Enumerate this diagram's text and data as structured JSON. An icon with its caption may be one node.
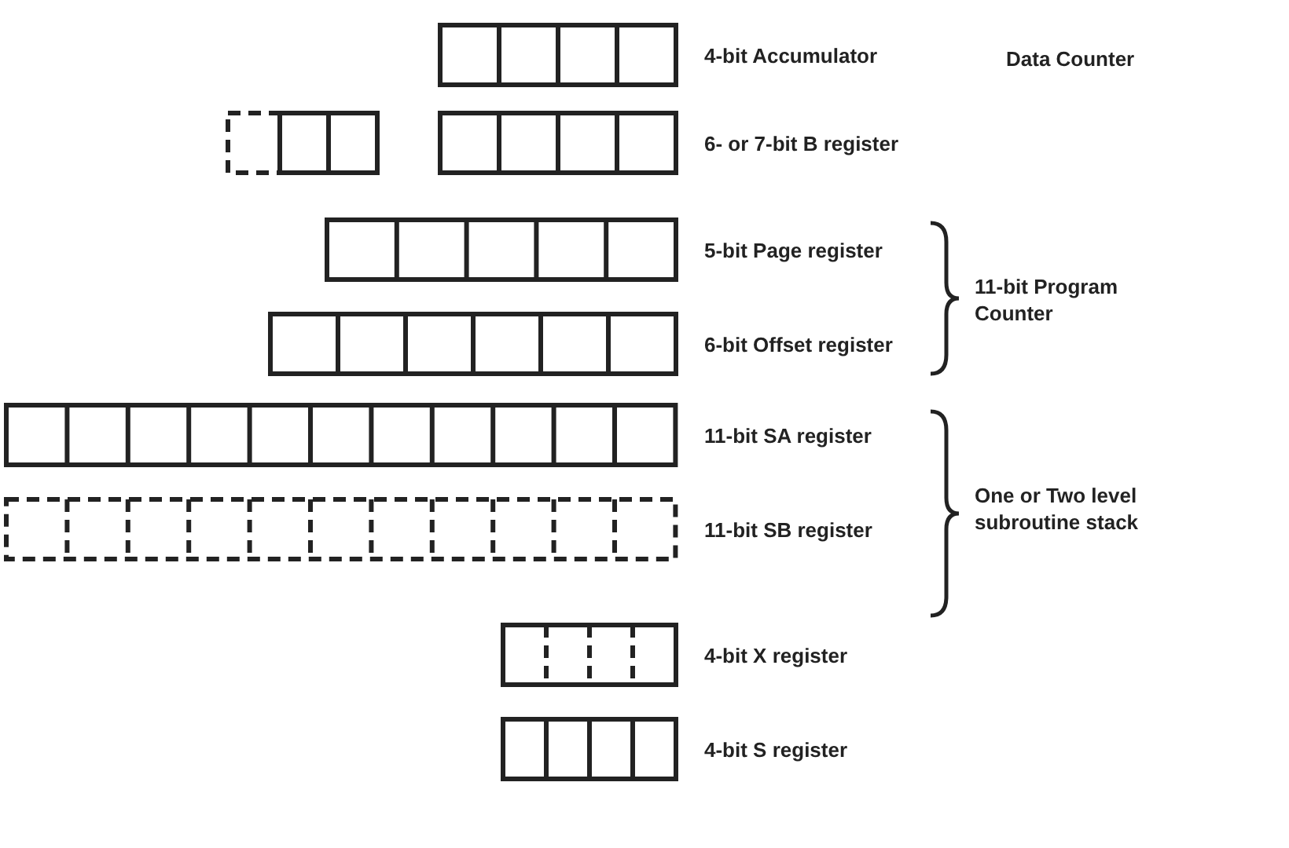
{
  "diagram": {
    "labels": [
      "4-bit Accumulator",
      "Data Counter",
      "6- or 7-bit B register",
      "5-bit Page register",
      "11-bit Program Counter",
      "6-bit Offset register",
      "11-bit SA register",
      "One or Two level subroutine stack",
      "11-bit SB register",
      "4-bit X register",
      "4-bit S register"
    ]
  }
}
